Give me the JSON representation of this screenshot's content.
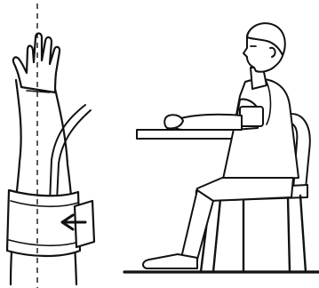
{
  "figure": {
    "panels": [
      {
        "id": "left",
        "subject": "arm-with-cuff"
      },
      {
        "id": "right",
        "subject": "seated-person-at-table"
      }
    ],
    "colors": {
      "line": "#111111",
      "fill": "#ffffff",
      "background": "#ffffff"
    },
    "icons": [
      "arrow-icon",
      "tube-icon",
      "cuff-icon"
    ]
  }
}
